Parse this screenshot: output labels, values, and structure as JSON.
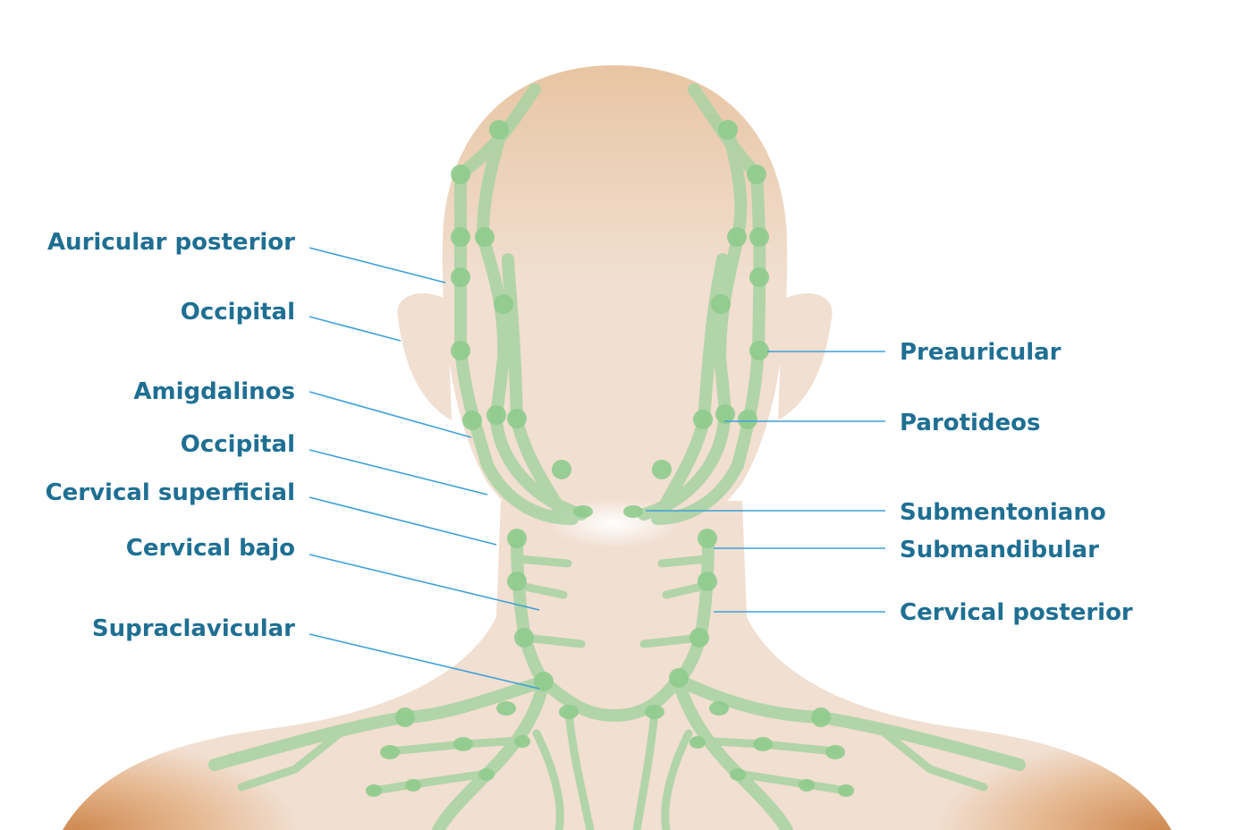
{
  "colors": {
    "skin_light": "#f1dfd1",
    "skin_dark": "#d39564",
    "lymph": "#a8d3a3",
    "node": "#8fcc8d",
    "leader_line": "#3ea0d8",
    "label_text": "#1f6f93"
  },
  "labels_left": [
    "Auricular posterior",
    "Occipital",
    "Amigdalinos",
    "Occipital",
    "Cervical superficial",
    "Cervical bajo",
    "Supraclavicular"
  ],
  "labels_right": [
    "Preauricular",
    "Parotideos",
    "Submentoniano",
    "Submandibular",
    "Cervical posterior"
  ]
}
